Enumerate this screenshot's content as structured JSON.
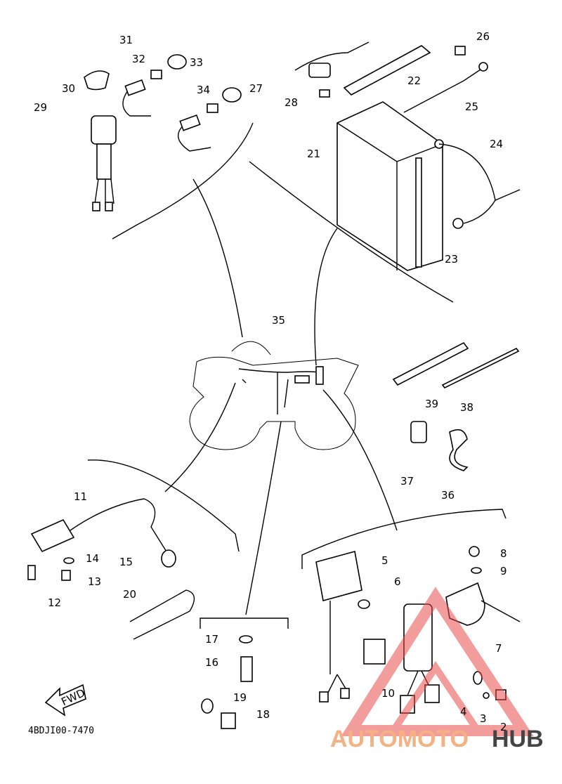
{
  "diagram": {
    "code": "4BDJI00-7470",
    "fwd_label": "FWD",
    "watermark": {
      "part1": "AUTOMOTO",
      "part2": "HUB",
      "color1": "#f4b183",
      "color2": "#444444",
      "logo_color": "#e84c4c"
    },
    "callouts": [
      "2",
      "3",
      "4",
      "5",
      "6",
      "7",
      "8",
      "9",
      "10",
      "11",
      "12",
      "13",
      "14",
      "15",
      "16",
      "17",
      "18",
      "19",
      "20",
      "21",
      "22",
      "23",
      "24",
      "25",
      "26",
      "27",
      "28",
      "29",
      "30",
      "31",
      "32",
      "33",
      "34",
      "35",
      "36",
      "37",
      "38",
      "39"
    ]
  }
}
